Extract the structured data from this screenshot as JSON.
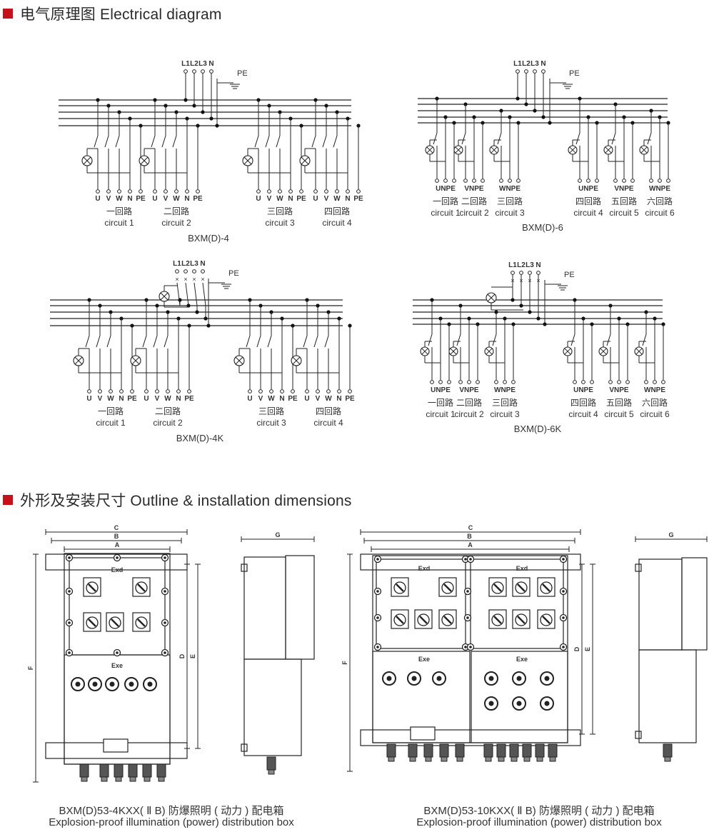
{
  "sections": {
    "electrical": {
      "title": "电气原理图 Electrical diagram",
      "marker_color": "#c8101a"
    },
    "dimensions": {
      "title": "外形及安装尺寸 Outline & installation dimensions",
      "marker_color": "#c8101a"
    }
  },
  "diagrams": [
    {
      "model": "BXM(D)-4",
      "mains": [
        "L1",
        "L2",
        "L3",
        "N"
      ],
      "pe_label": "PE",
      "terminals": [
        "U",
        "V",
        "W",
        "N",
        "PE"
      ],
      "circuits": [
        {
          "cn": "一回路",
          "en": "circuit 1"
        },
        {
          "cn": "二回路",
          "en": "circuit 2"
        },
        {
          "cn": "三回路",
          "en": "circuit 3"
        },
        {
          "cn": "四回路",
          "en": "circuit 4"
        }
      ]
    },
    {
      "model": "BXM(D)-6",
      "mains": [
        "L1",
        "L2",
        "L3",
        "N"
      ],
      "pe_label": "PE",
      "terminals_by_circuit": [
        "UNPE",
        "VNPE",
        "WNPE",
        "UNPE",
        "VNPE",
        "WNPE"
      ],
      "circuits": [
        {
          "cn": "一回路",
          "en": "circuit 1"
        },
        {
          "cn": "二回路",
          "en": "circuit 2"
        },
        {
          "cn": "三回路",
          "en": "circuit 3"
        },
        {
          "cn": "四回路",
          "en": "circuit 4"
        },
        {
          "cn": "五回路",
          "en": "circuit 5"
        },
        {
          "cn": "六回路",
          "en": "circuit 6"
        }
      ]
    },
    {
      "model": "BXM(D)-4K",
      "mains": [
        "L1",
        "L2",
        "L3",
        "N"
      ],
      "pe_label": "PE",
      "terminals": [
        "U",
        "V",
        "W",
        "N",
        "PE"
      ],
      "circuits": [
        {
          "cn": "一回路",
          "en": "circuit 1"
        },
        {
          "cn": "二回路",
          "en": "circuit 2"
        },
        {
          "cn": "三回路",
          "en": "circuit 3"
        },
        {
          "cn": "四回路",
          "en": "circuit 4"
        }
      ]
    },
    {
      "model": "BXM(D)-6K",
      "mains": [
        "L1",
        "L2",
        "L3",
        "N"
      ],
      "pe_label": "PE",
      "terminals_by_circuit": [
        "UNPE",
        "VNPE",
        "WNPE",
        "UNPE",
        "VNPE",
        "WNPE"
      ],
      "circuits": [
        {
          "cn": "一回路",
          "en": "circuit 1"
        },
        {
          "cn": "二回路",
          "en": "circuit 2"
        },
        {
          "cn": "三回路",
          "en": "circuit 3"
        },
        {
          "cn": "四回路",
          "en": "circuit 4"
        },
        {
          "cn": "五回路",
          "en": "circuit 5"
        },
        {
          "cn": "六回路",
          "en": "circuit 6"
        }
      ]
    }
  ],
  "outlines": [
    {
      "dim_labels": {
        "a": "A",
        "b": "B",
        "c": "C",
        "d": "D",
        "e": "E",
        "f": "F",
        "g": "G"
      },
      "panel_labels": [
        "Exd",
        "Exe"
      ],
      "caption_cn": "BXM(D)53-4KXX( Ⅱ B) 防爆照明 ( 动力 ) 配电箱",
      "caption_en": "Explosion-proof illumination (power) distribution box"
    },
    {
      "dim_labels": {
        "a": "A",
        "b": "B",
        "c": "C",
        "d": "D",
        "e": "E",
        "f": "F",
        "g": "G"
      },
      "panel_labels": [
        "Exd",
        "Exd",
        "Exe",
        "Exe"
      ],
      "caption_cn": "BXM(D)53-10KXX( Ⅱ B) 防爆照明 ( 动力 ) 配电箱",
      "caption_en": "Explosion-proof illumination (power) distribution box"
    }
  ]
}
